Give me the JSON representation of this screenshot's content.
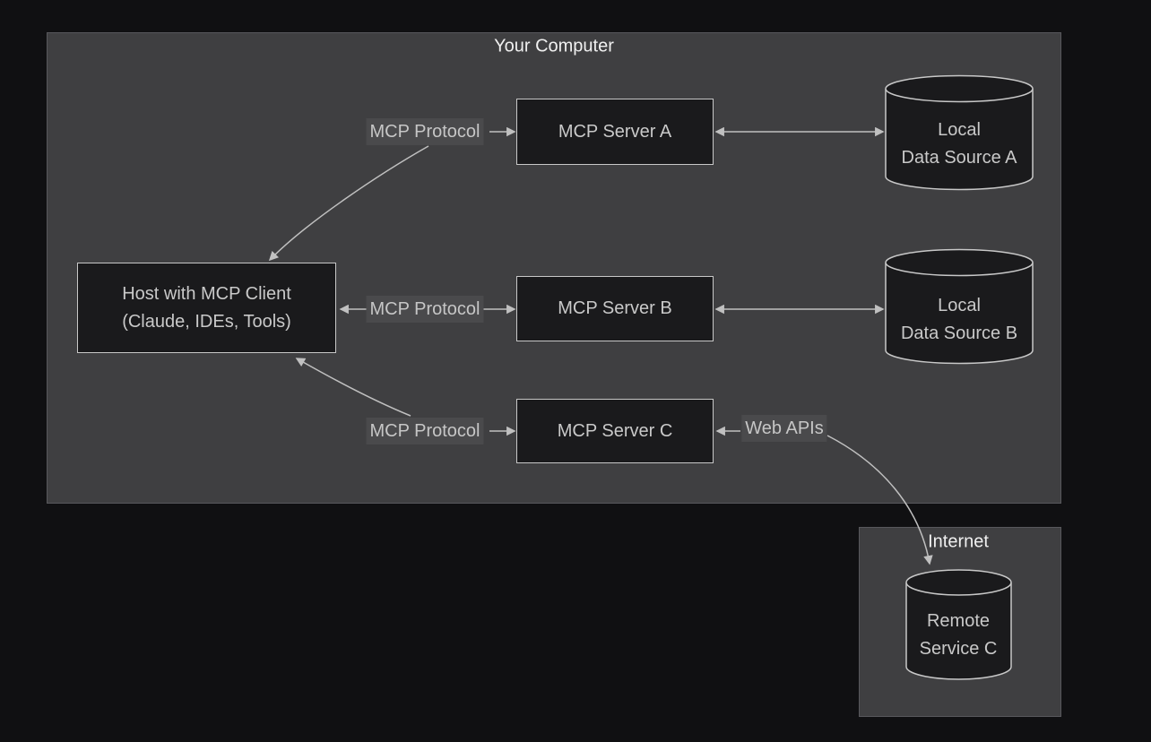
{
  "colors": {
    "page-bg": "#101012",
    "group-fill": "#3f3f41",
    "group-border": "#58585c",
    "node-fill": "#1a1a1c",
    "node-border": "#c8c8c8",
    "node-text": "#c9c9c9",
    "title-text": "#f0f0f0",
    "edge-line": "#c0c0c0",
    "edge-label-bg": "#4a4a4c",
    "edge-label-text": "#c6c6c6"
  },
  "groups": {
    "your_computer": {
      "title": "Your Computer"
    },
    "internet": {
      "title": "Internet"
    }
  },
  "nodes": {
    "host": {
      "line1": "Host with MCP Client",
      "line2": "(Claude, IDEs, Tools)"
    },
    "server_a": {
      "label": "MCP Server A"
    },
    "server_b": {
      "label": "MCP Server B"
    },
    "server_c": {
      "label": "MCP Server C"
    },
    "data_source_a": {
      "line1": "Local",
      "line2": "Data Source A"
    },
    "data_source_b": {
      "line1": "Local",
      "line2": "Data Source B"
    },
    "remote_service_c": {
      "line1": "Remote",
      "line2": "Service C"
    }
  },
  "edge_labels": {
    "protocol_a": "MCP Protocol",
    "protocol_b": "MCP Protocol",
    "protocol_c": "MCP Protocol",
    "web_apis": "Web APIs"
  }
}
